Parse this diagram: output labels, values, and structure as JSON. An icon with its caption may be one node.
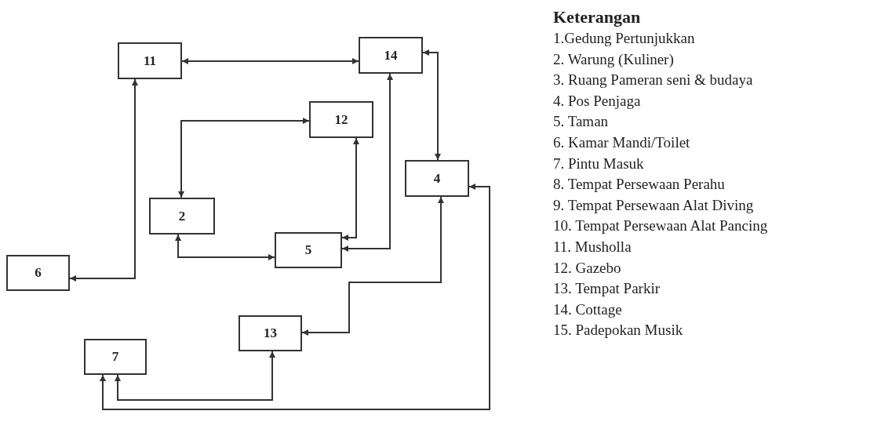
{
  "diagram": {
    "title": "Keterangan",
    "nodes": [
      {
        "text": [
          "11"
        ]
      },
      {
        "text": [
          "14"
        ]
      },
      {
        "text": [
          "12"
        ]
      },
      {
        "text": [
          "4"
        ]
      },
      {
        "text": [
          "2"
        ]
      },
      {
        "text": [
          "5"
        ]
      },
      {
        "text": [
          "6"
        ]
      },
      {
        "text": [
          "13"
        ]
      },
      {
        "text": [
          "7"
        ]
      }
    ],
    "edges": [
      {
        "from": 0,
        "to": 1,
        "arrow": "both"
      },
      {
        "from": 6,
        "to": 0,
        "arrow": "both"
      },
      {
        "from": 4,
        "to": 2,
        "arrow": "both"
      },
      {
        "from": 2,
        "to": 5,
        "arrow": "both"
      },
      {
        "from": 1,
        "to": 5,
        "arrow": "both"
      },
      {
        "from": 1,
        "to": 3,
        "arrow": "both"
      },
      {
        "from": 4,
        "to": 5,
        "arrow": "both"
      },
      {
        "from": 3,
        "to": 7,
        "arrow": "both"
      },
      {
        "from": 8,
        "to": 7,
        "arrow": "both"
      },
      {
        "from": 8,
        "to": 3,
        "arrow": "both"
      }
    ],
    "labels": [
      "1.Gedung Pertunjukkan",
      "2. Warung (Kuliner)",
      "3. Ruang Pameran seni & budaya",
      "4. Pos Penjaga",
      "5. Taman",
      "6. Kamar Mandi/Toilet",
      "7. Pintu Masuk",
      "8. Tempat Persewaan Perahu",
      "9. Tempat Persewaan Alat Diving",
      "10. Tempat Persewaan Alat Pancing",
      "11. Musholla",
      "12. Gazebo",
      "13. Tempat Parkir",
      "14. Cottage",
      "15. Padepokan Musik"
    ]
  }
}
